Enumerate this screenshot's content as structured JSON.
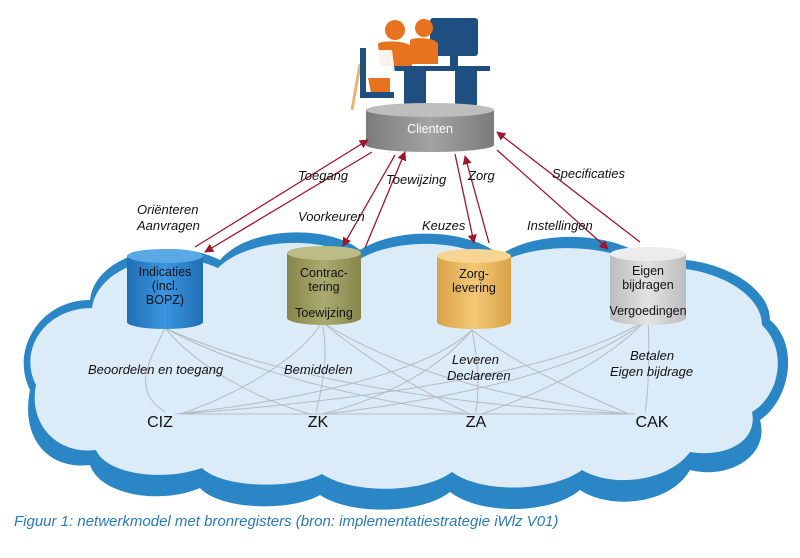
{
  "hub": {
    "label": "Clienten"
  },
  "registers": {
    "indicaties": [
      "Indicaties",
      "(incl.",
      "BOPZ)"
    ],
    "contractering": [
      "Contrac-",
      "tering",
      "Toewijzing"
    ],
    "zorglevering": [
      "Zorg-",
      "levering"
    ],
    "eigen_bijdragen": [
      "Eigen",
      "bijdragen",
      "Vergoedingen"
    ]
  },
  "flows": {
    "toegang": "Toegang",
    "orienteren": "Oriënteren",
    "aanvragen": "Aanvragen",
    "toewijzing": "Toewijzing",
    "voorkeuren": "Voorkeuren",
    "zorg": "Zorg",
    "keuzes": "Keuzes",
    "specificaties": "Specificaties",
    "instellingen": "Instellingen"
  },
  "processes": {
    "beoordelen": "Beoordelen  en toegang",
    "bemiddelen": "Bemiddelen",
    "leveren": "Leveren",
    "declareren": "Declareren",
    "betalen": "Betalen",
    "eigen_bijdrage": "Eigen bijdrage"
  },
  "organizations": [
    "CIZ",
    "ZK",
    "ZA",
    "CAK"
  ],
  "caption": "Figuur 1: netwerkmodel met bronregisters (bron: implementatiestrategie iWlz V01)",
  "colors": {
    "cloud": "#dcebf8",
    "cloud_edge": "#2b86c6",
    "arrow": "#a0162a",
    "indicaties": "#2a82cc",
    "contractering": "#9a9a5e",
    "zorglevering": "#e9b65c",
    "eigen_bijdragen": "#cfcfcf",
    "hub": "#8e8e8e",
    "person_orange": "#e8731e",
    "monitor_navy": "#1f4e80",
    "caption": "#2a7ab8"
  }
}
